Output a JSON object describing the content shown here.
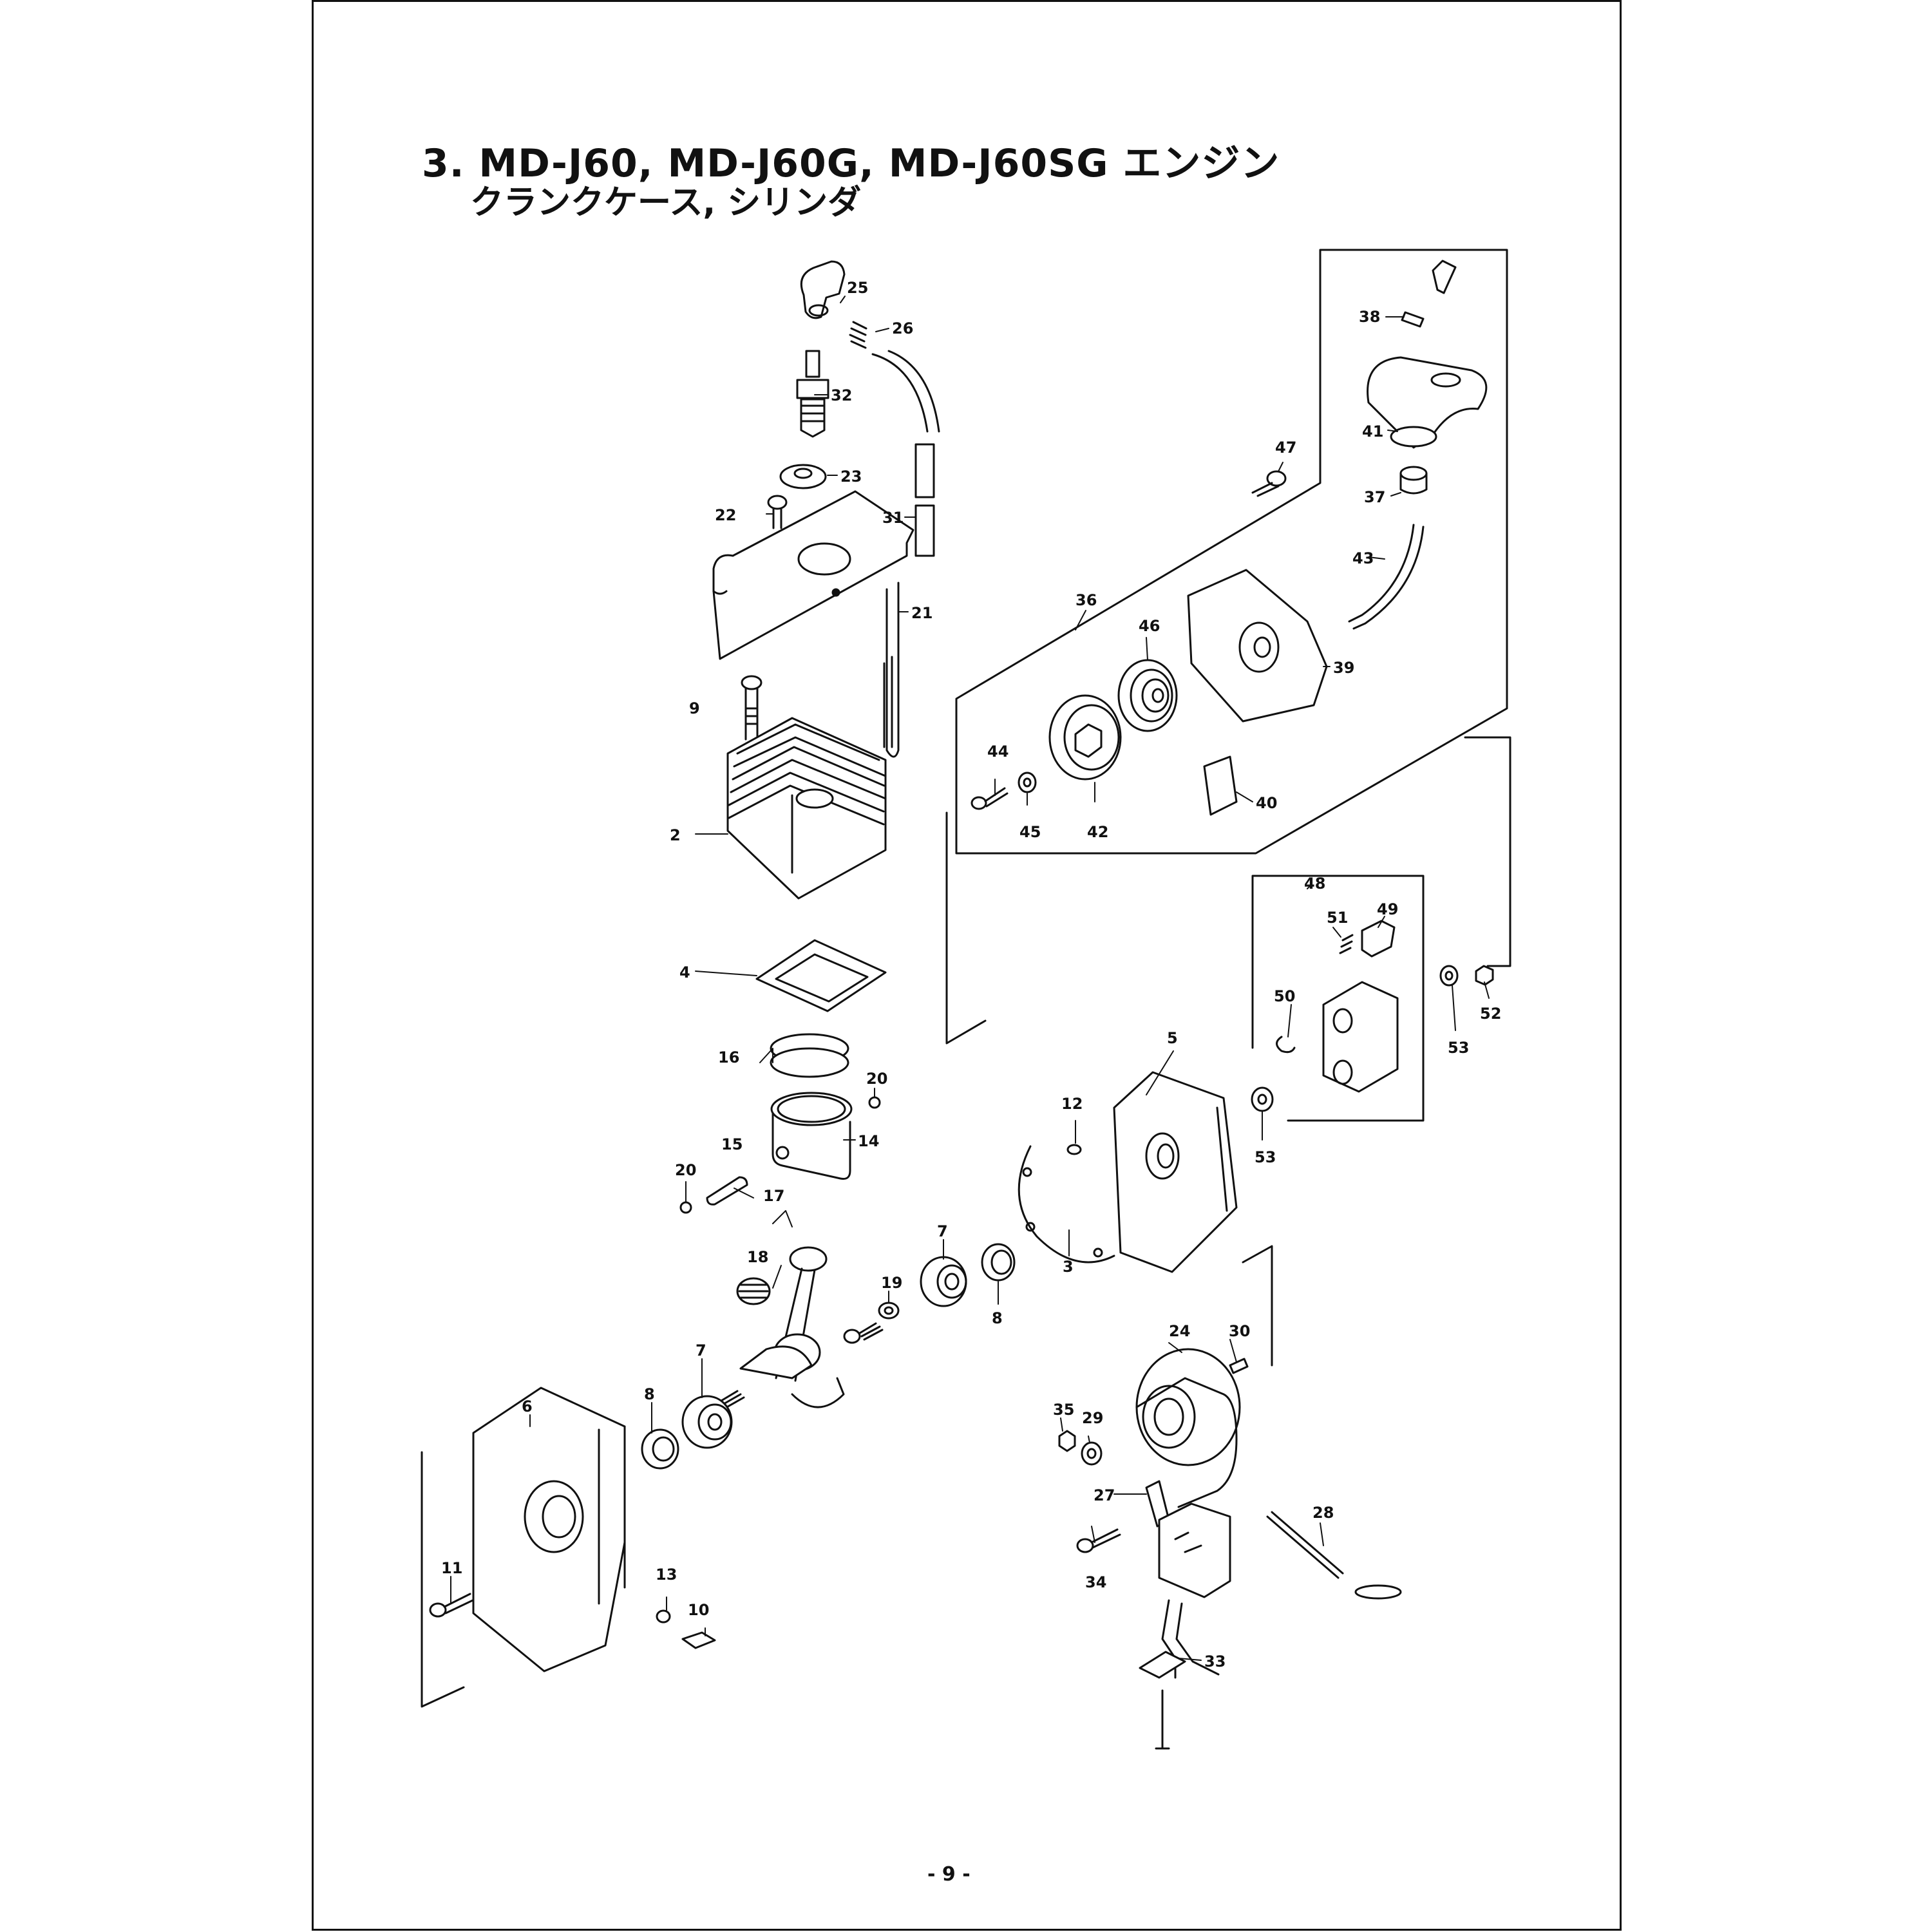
{
  "page": {
    "title_line1": "3. MD-J60, MD-J60G, MD-J60SG エンジン",
    "title_line2": "クランクケース, シリンダ",
    "page_number": "- 9 -"
  },
  "parts": [
    {
      "id": "p2",
      "label": "2"
    },
    {
      "id": "p3",
      "label": "3"
    },
    {
      "id": "p4",
      "label": "4"
    },
    {
      "id": "p5",
      "label": "5"
    },
    {
      "id": "p6",
      "label": "6"
    },
    {
      "id": "p7a",
      "label": "7"
    },
    {
      "id": "p7b",
      "label": "7"
    },
    {
      "id": "p8a",
      "label": "8"
    },
    {
      "id": "p8b",
      "label": "8"
    },
    {
      "id": "p9",
      "label": "9"
    },
    {
      "id": "p10",
      "label": "10"
    },
    {
      "id": "p11",
      "label": "11"
    },
    {
      "id": "p12",
      "label": "12"
    },
    {
      "id": "p13",
      "label": "13"
    },
    {
      "id": "p14",
      "label": "14"
    },
    {
      "id": "p15",
      "label": "15"
    },
    {
      "id": "p16",
      "label": "16"
    },
    {
      "id": "p17",
      "label": "17"
    },
    {
      "id": "p18",
      "label": "18"
    },
    {
      "id": "p19",
      "label": "19"
    },
    {
      "id": "p20a",
      "label": "20"
    },
    {
      "id": "p20b",
      "label": "20"
    },
    {
      "id": "p21",
      "label": "21"
    },
    {
      "id": "p22",
      "label": "22"
    },
    {
      "id": "p23",
      "label": "23"
    },
    {
      "id": "p24",
      "label": "24"
    },
    {
      "id": "p25",
      "label": "25"
    },
    {
      "id": "p26",
      "label": "26"
    },
    {
      "id": "p27",
      "label": "27"
    },
    {
      "id": "p28",
      "label": "28"
    },
    {
      "id": "p29",
      "label": "29"
    },
    {
      "id": "p30",
      "label": "30"
    },
    {
      "id": "p31",
      "label": "31"
    },
    {
      "id": "p32",
      "label": "32"
    },
    {
      "id": "p33",
      "label": "33"
    },
    {
      "id": "p34",
      "label": "34"
    },
    {
      "id": "p35",
      "label": "35"
    },
    {
      "id": "p36",
      "label": "36"
    },
    {
      "id": "p37",
      "label": "37"
    },
    {
      "id": "p38",
      "label": "38"
    },
    {
      "id": "p39",
      "label": "39"
    },
    {
      "id": "p40",
      "label": "40"
    },
    {
      "id": "p41",
      "label": "41"
    },
    {
      "id": "p42",
      "label": "42"
    },
    {
      "id": "p43",
      "label": "43"
    },
    {
      "id": "p44",
      "label": "44"
    },
    {
      "id": "p45",
      "label": "45"
    },
    {
      "id": "p46",
      "label": "46"
    },
    {
      "id": "p47",
      "label": "47"
    },
    {
      "id": "p48",
      "label": "48"
    },
    {
      "id": "p49",
      "label": "49"
    },
    {
      "id": "p50",
      "label": "50"
    },
    {
      "id": "p51",
      "label": "51"
    },
    {
      "id": "p52",
      "label": "52"
    },
    {
      "id": "p53a",
      "label": "53"
    },
    {
      "id": "p53b",
      "label": "53"
    }
  ]
}
